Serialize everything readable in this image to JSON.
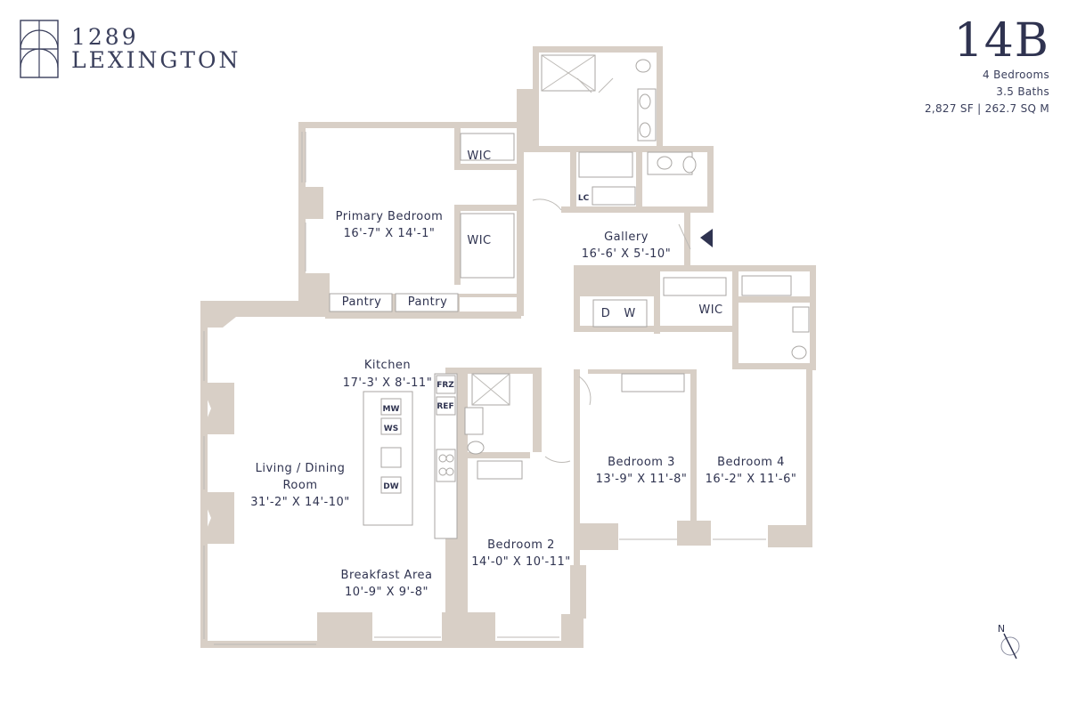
{
  "brand": {
    "line1": "1289",
    "line2": "LEXINGTON"
  },
  "unit": {
    "number": "14B",
    "bedrooms": "4 Bedrooms",
    "baths": "3.5 Baths",
    "area": "2,827 SF  |  262.7 SQ M"
  },
  "rooms": {
    "primary_bedroom": {
      "name": "Primary Bedroom",
      "dims": "16'-7\" X 14'-1\""
    },
    "wic_1": "WIC",
    "wic_2": "WIC",
    "wic_3": "WIC",
    "lc": "LC",
    "gallery": {
      "name": "Gallery",
      "dims": "16'-6' X 5'-10\""
    },
    "pantry_1": "Pantry",
    "pantry_2": "Pantry",
    "washer_d": "D",
    "washer_w": "W",
    "kitchen": {
      "name": "Kitchen",
      "dims": "17'-3' X 8'-11\""
    },
    "frz": "FRZ",
    "ref": "REF",
    "mw": "MW",
    "ws": "WS",
    "dw": "DW",
    "living": {
      "name_line1": "Living / Dining",
      "name_line2": "Room",
      "dims": "31'-2\" X 14'-10\""
    },
    "breakfast": {
      "name": "Breakfast Area",
      "dims": "10'-9\" X 9'-8\""
    },
    "bedroom2": {
      "name": "Bedroom 2",
      "dims": "14'-0\" X 10'-11\""
    },
    "bedroom3": {
      "name": "Bedroom 3",
      "dims": "13'-9\" X 11'-8\""
    },
    "bedroom4": {
      "name": "Bedroom 4",
      "dims": "16'-2\" X 11'-6\""
    }
  },
  "compass": {
    "label": "N"
  },
  "colors": {
    "wall": "#d8cfc6",
    "text": "#2f3350",
    "entry_arrow": "#2f3350"
  }
}
